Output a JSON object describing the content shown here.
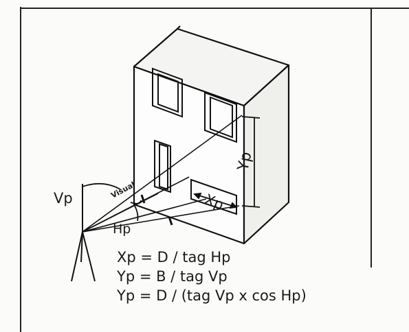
{
  "labels": {
    "vp": "Vp",
    "visual": "Visual",
    "hp": "Hp",
    "xp": "Xp",
    "yp": "Yp"
  },
  "formulas": [
    "Xp = D / tag Hp",
    "Yp = B / tag Vp",
    "Yp = D / (tag Vp x cos Hp)"
  ]
}
